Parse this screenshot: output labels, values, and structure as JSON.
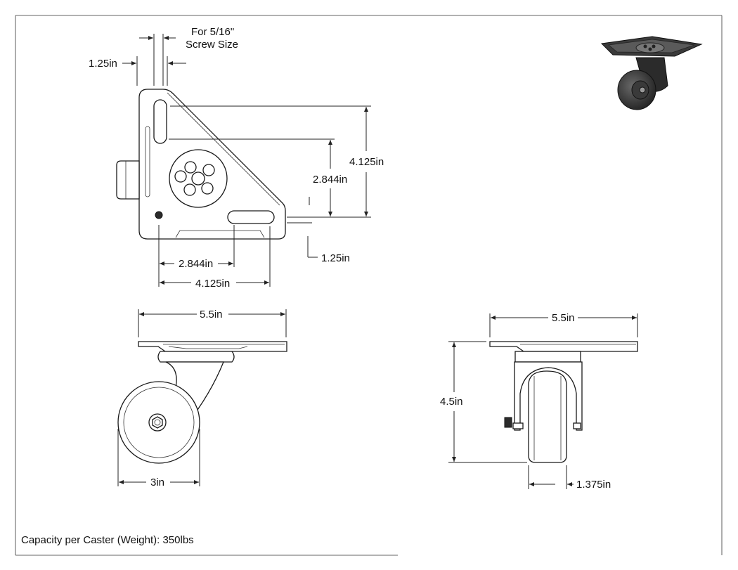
{
  "labels": {
    "screw_note": "For 5/16\"",
    "screw_note_2": "Screw Size",
    "slot_width_top": "1.25in",
    "height_full": "4.125in",
    "height_holes": "2.844in",
    "slot_width_right": "1.25in",
    "width_holes": "2.844in",
    "width_full": "4.125in",
    "side_plate_width": "5.5in",
    "wheel_diameter": "3in",
    "front_plate_width": "5.5in",
    "overall_height": "4.5in",
    "wheel_width": "1.375in"
  },
  "caption": "Capacity per Caster (Weight): 350lbs",
  "colors": {
    "line": "#222222",
    "fill_dark": "#2b2b2b",
    "background": "#ffffff"
  }
}
